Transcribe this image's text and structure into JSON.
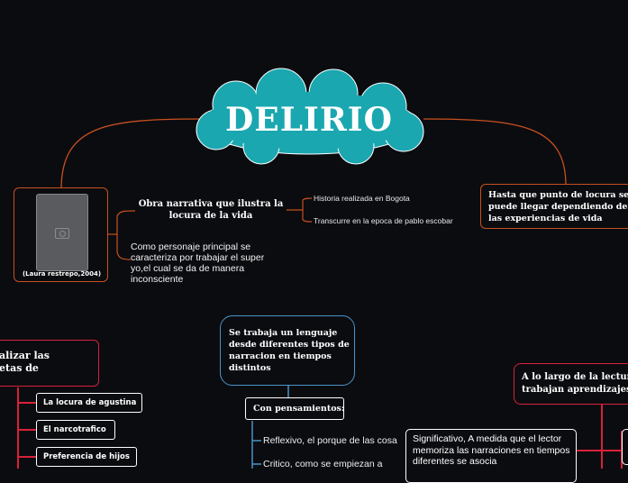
{
  "central": {
    "title": "DELIRIO"
  },
  "image_node": {
    "caption": "(Laura restrepo,2004)"
  },
  "branch_obra": {
    "title": "Obra narrativa que ilustra la locura de la vida",
    "children": [
      "Historia realizada en Bogota",
      "Transcurre en la epoca de pablo escobar"
    ],
    "note": "Como personaje principal  se caracteriza por trabajar el super yo,el cual se da de manera inconsciente"
  },
  "branch_hasta": {
    "title": "Hasta que punto de locura se puede llegar dependiendo de las experiencias de vida"
  },
  "branch_left": {
    "title": "alizar las\netas de",
    "items": [
      "La locura de agustina",
      "El narcotrafico",
      "Preferencia de hijos"
    ]
  },
  "branch_lenguaje": {
    "title": "Se trabaja un lenguaje desde diferentes tipos de narracion en tiempos distintos",
    "sub": "Con pensamientos:",
    "items": [
      "Reflexivo, el porque de las cosa",
      "Critico, como se empiezan a"
    ]
  },
  "branch_aprendizajes": {
    "title": "A lo largo de la lectura\ntrabajan aprendizajes",
    "note": "Significativo, A medida que el lector memoriza las narraciones en tiempos diferentes se asocia"
  },
  "colors": {
    "cloud": "#1aa7b0",
    "orange": "#c8501f",
    "red": "#d8213a",
    "blue": "#4a93c9"
  }
}
